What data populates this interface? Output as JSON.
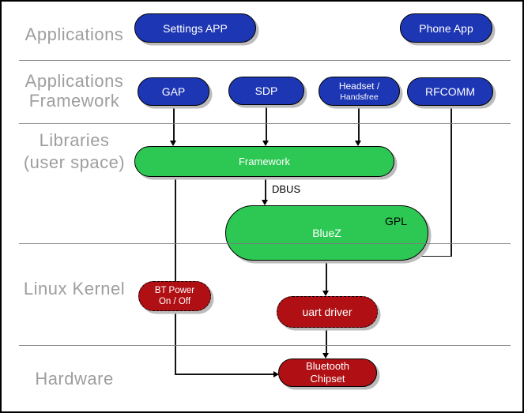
{
  "layer_labels": {
    "applications": "Applications",
    "app_framework": [
      "Applications",
      "Framework"
    ],
    "libraries": [
      "Libraries",
      "(user space)"
    ],
    "linux_kernel": "Linux Kernel",
    "hardware": "Hardware"
  },
  "nodes": {
    "settings_app": "Settings APP",
    "phone_app": "Phone App",
    "gap": "GAP",
    "sdp": "SDP",
    "headset": [
      "Headset /",
      "Handsfree"
    ],
    "rfcomm": "RFCOMM",
    "framework": "Framework",
    "bluez": "BlueZ",
    "gpl_badge": "GPL",
    "bt_power": [
      "BT Power",
      "On / Off"
    ],
    "uart_driver": "uart driver",
    "bluetooth_chipset": [
      "Bluetooth",
      "Chipset"
    ]
  },
  "edge_labels": {
    "dbus": "DBUS"
  },
  "colors": {
    "app_node_blue": "#1d36b4",
    "userspace_node_green": "#2dc853",
    "kernel_node_red": "#b01014",
    "node_text_white": "#ffffff",
    "layer_label_gray": "#9e9e9e",
    "separator_gray": "#8a8a8a",
    "edge_black": "#141414"
  }
}
